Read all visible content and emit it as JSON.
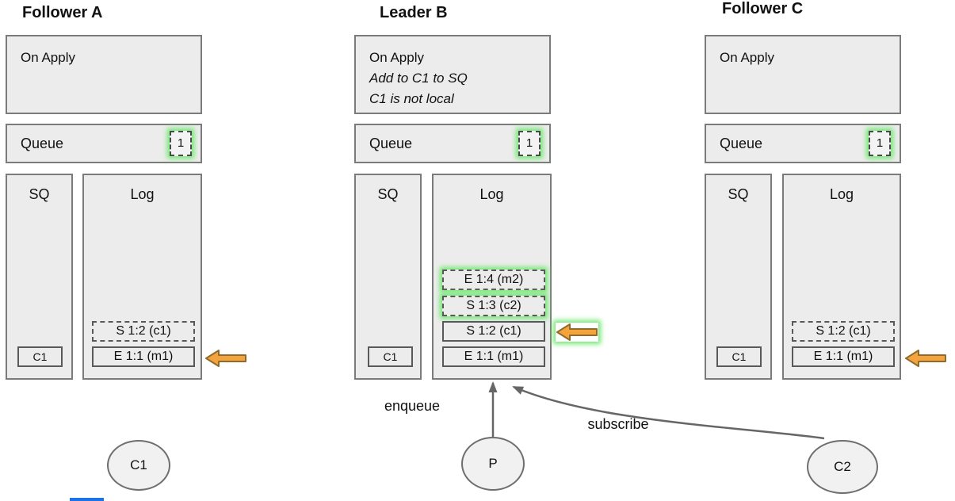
{
  "colors": {
    "box_fill": "#ececec",
    "box_border": "#7b7b7b",
    "entry_border": "#595959",
    "glow_green": "#72e872",
    "arrow_orange": "#f5a33c",
    "arrow_orange_border": "#8f6b2e",
    "connector_gray": "#666666",
    "artifact_blue": "#1a73e8"
  },
  "columns": [
    {
      "title": "Follower A",
      "on_apply": {
        "title": "On Apply",
        "notes": []
      },
      "queue": {
        "label": "Queue",
        "count": "1"
      },
      "sq": {
        "label": "SQ",
        "entry": "C1"
      },
      "log": {
        "label": "Log",
        "entries": [
          {
            "text": "S 1:2 (c1)",
            "style": "dashed",
            "glow": false
          },
          {
            "text": "E 1:1 (m1)",
            "style": "solid",
            "glow": false
          }
        ]
      }
    },
    {
      "title": "Leader B",
      "on_apply": {
        "title": "On Apply",
        "notes": [
          "Add to C1 to SQ",
          "C1 is not local"
        ]
      },
      "queue": {
        "label": "Queue",
        "count": "1"
      },
      "sq": {
        "label": "SQ",
        "entry": "C1"
      },
      "log": {
        "label": "Log",
        "entries": [
          {
            "text": "E 1:4 (m2)",
            "style": "dashed",
            "glow": true
          },
          {
            "text": "S 1:3 (c2)",
            "style": "dashed",
            "glow": true
          },
          {
            "text": "S 1:2 (c1)",
            "style": "solid",
            "glow": false
          },
          {
            "text": "E 1:1 (m1)",
            "style": "solid",
            "glow": false
          }
        ]
      }
    },
    {
      "title": "Follower C",
      "on_apply": {
        "title": "On Apply",
        "notes": []
      },
      "queue": {
        "label": "Queue",
        "count": "1"
      },
      "sq": {
        "label": "SQ",
        "entry": "C1"
      },
      "log": {
        "label": "Log",
        "entries": [
          {
            "text": "S 1:2 (c1)",
            "style": "dashed",
            "glow": false
          },
          {
            "text": "E 1:1 (m1)",
            "style": "solid",
            "glow": false
          }
        ]
      }
    }
  ],
  "actors": [
    {
      "label": "C1"
    },
    {
      "label": "P"
    },
    {
      "label": "C2"
    }
  ],
  "connectors": [
    {
      "label": "enqueue"
    },
    {
      "label": "subscribe"
    }
  ]
}
